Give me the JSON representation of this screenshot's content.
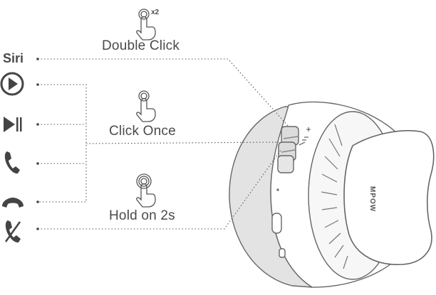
{
  "gestures": {
    "double_click": {
      "label": "Double Click",
      "multiplier": "x2"
    },
    "click_once": {
      "label": "Click Once"
    },
    "hold": {
      "label": "Hold on 2s"
    }
  },
  "functions": {
    "siri_label": "Siri",
    "items": [
      {
        "name": "voice-assistant",
        "icon": "siri-text"
      },
      {
        "name": "play",
        "icon": "play-circle-icon"
      },
      {
        "name": "play-pause",
        "icon": "play-pause-icon"
      },
      {
        "name": "answer-call",
        "icon": "phone-icon"
      },
      {
        "name": "end-call",
        "icon": "hang-up-icon"
      },
      {
        "name": "reject-call",
        "icon": "phone-reject-icon"
      }
    ]
  },
  "product": {
    "brand": "MPOW",
    "button_marks": {
      "plus": "+",
      "minus": "−"
    }
  },
  "colors": {
    "line": "#555555",
    "ink": "#4a4a4a",
    "earcup_gray": "#e3e3e3",
    "outline": "#666666"
  }
}
